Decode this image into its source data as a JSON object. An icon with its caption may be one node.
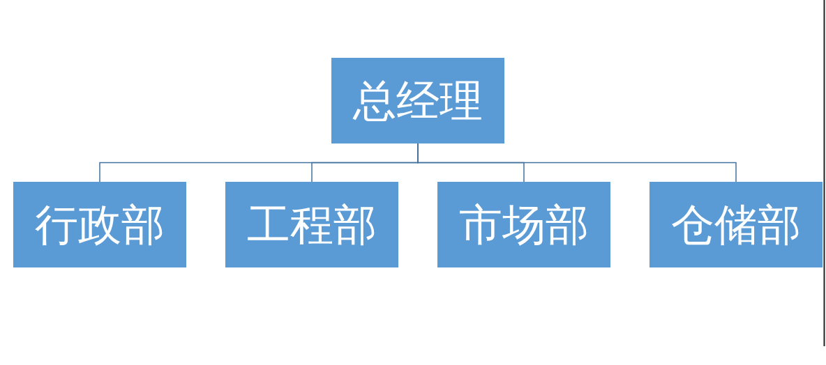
{
  "diagram": {
    "nodes": [
      {
        "text": [
          "总经理"
        ]
      },
      {
        "text": [
          "行政部"
        ]
      },
      {
        "text": [
          "工程部"
        ]
      },
      {
        "text": [
          "市场部"
        ]
      },
      {
        "text": [
          "仓储部"
        ]
      }
    ],
    "edges": [
      {
        "from": 0,
        "to": 1,
        "arrow": "none"
      },
      {
        "from": 0,
        "to": 2,
        "arrow": "none"
      },
      {
        "from": 0,
        "to": 3,
        "arrow": "none"
      },
      {
        "from": 0,
        "to": 4,
        "arrow": "none"
      }
    ]
  }
}
